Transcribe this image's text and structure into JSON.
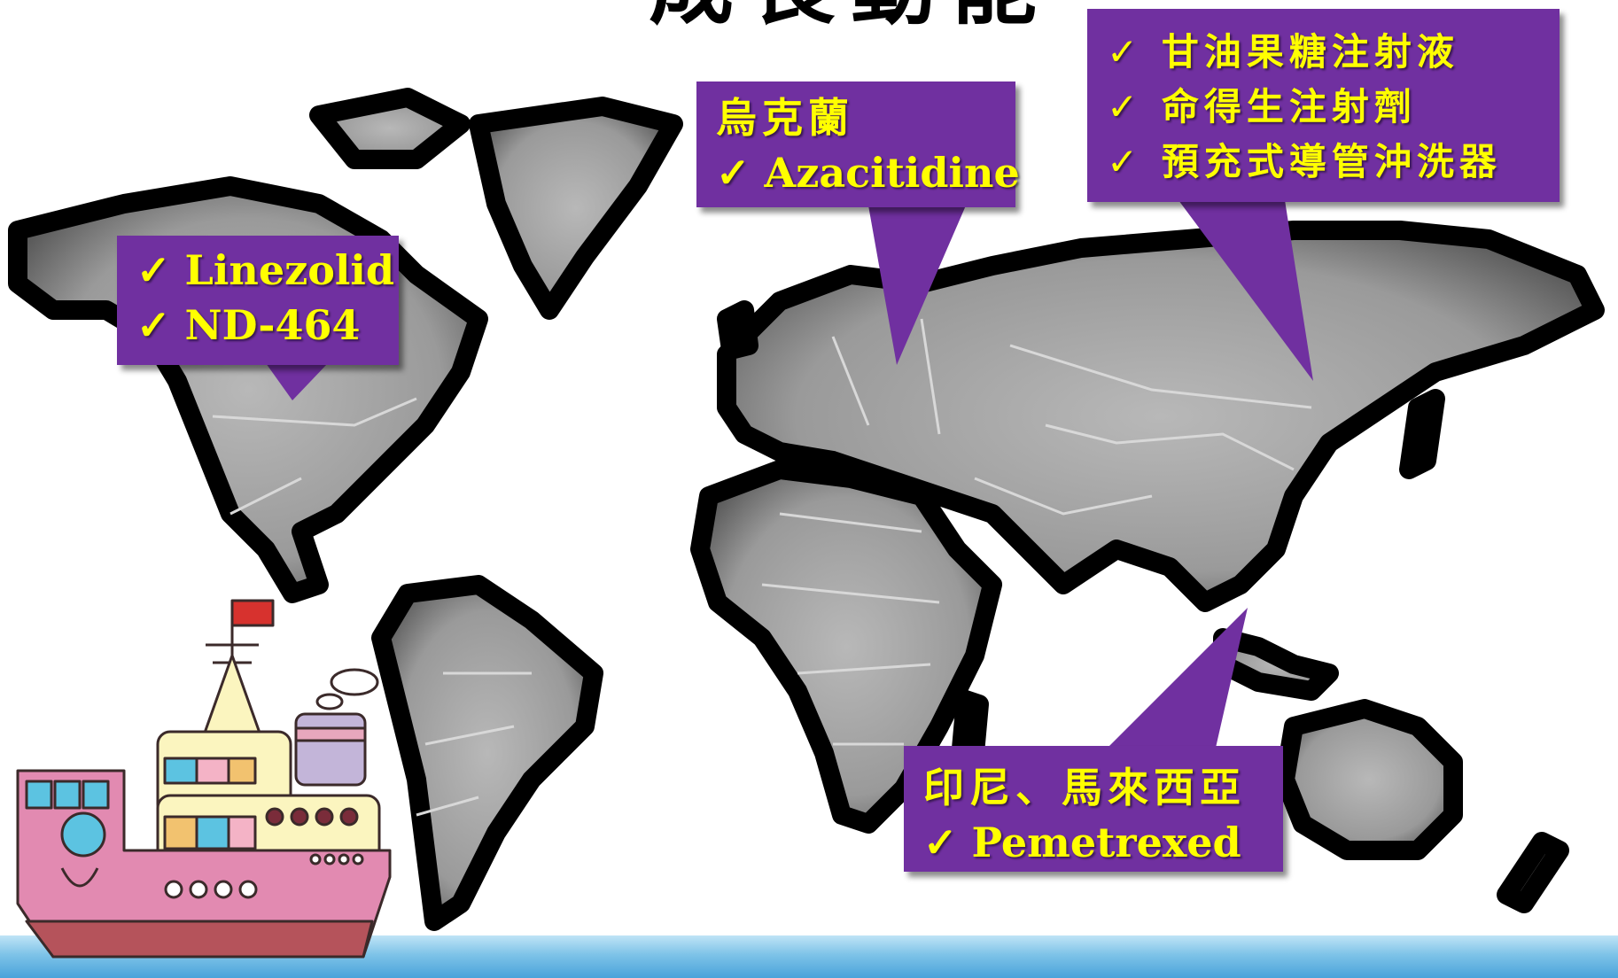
{
  "slide": {
    "title": "成長動能"
  },
  "callouts": {
    "north_america": {
      "lines": [
        "✓ Linezolid",
        "✓ ND-464"
      ]
    },
    "ukraine": {
      "lines": [
        "烏克蘭",
        "✓ Azacitidine"
      ]
    },
    "china": {
      "lines": [
        "✓ 甘油果糖注射液",
        "✓ 命得生注射劑",
        "✓ 預充式導管沖洗器"
      ]
    },
    "indonesia_malaysia": {
      "lines": [
        "印尼、馬來西亞",
        "✓ Pemetrexed"
      ]
    }
  },
  "colors": {
    "callout_bg": "#7030a0",
    "callout_text": "#ffff00",
    "land": "#a6a6a6",
    "border": "#000000"
  },
  "icons": {
    "ship": "cargo-ship-illustration",
    "map": "world-map"
  }
}
